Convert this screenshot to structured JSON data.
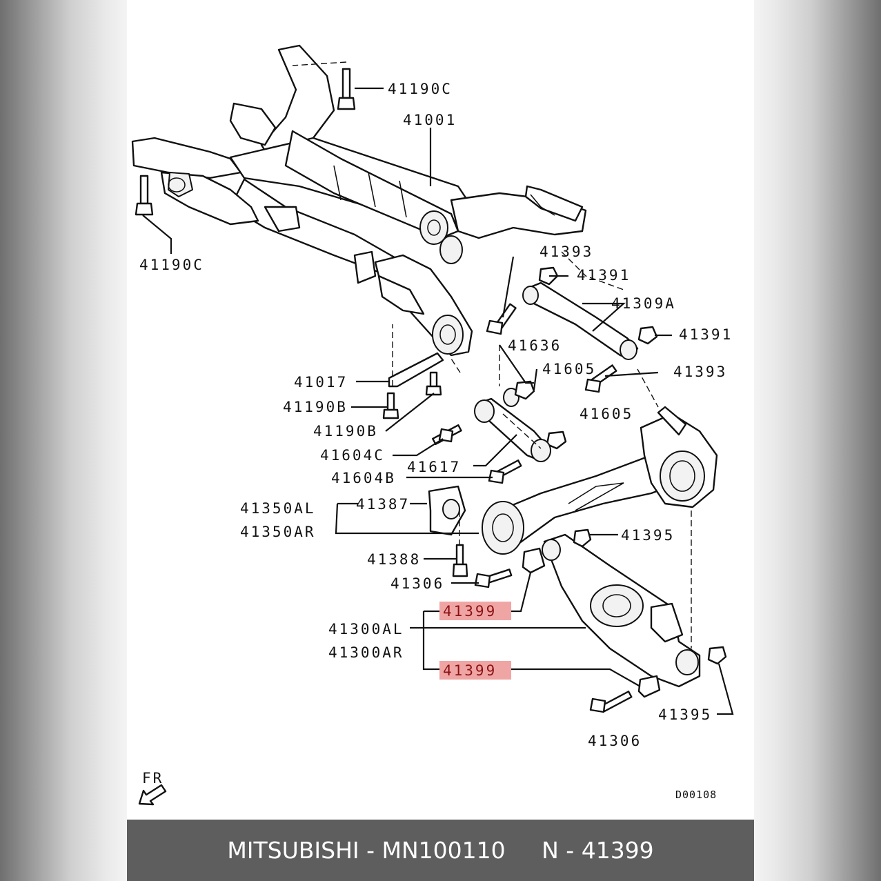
{
  "labels": {
    "l41190c_top": "41190C",
    "l41001": "41001",
    "l41190c_left": "41190C",
    "l41393_top": "41393",
    "l41391_top": "41391",
    "l41309a": "41309A",
    "l41391_right": "41391",
    "l41636": "41636",
    "l41605_a": "41605",
    "l41393_right": "41393",
    "l41017": "41017",
    "l41190b_a": "41190B",
    "l41605_b": "41605",
    "l41190b_b": "41190B",
    "l41604c": "41604C",
    "l41617": "41617",
    "l41604b": "41604B",
    "l41350al": "41350AL",
    "l41387": "41387",
    "l41350ar": "41350AR",
    "l41395_top": "41395",
    "l41388": "41388",
    "l41306_a": "41306",
    "l41399_top": "41399",
    "l41300al": "41300AL",
    "l41300ar": "41300AR",
    "l41399_bottom": "41399",
    "l41395_bottom": "41395",
    "l41306_b": "41306",
    "fr": "FR",
    "diagram_code": "D00108"
  },
  "highlight_color": "#f0a5a5",
  "caption": {
    "brand_part": "MITSUBISHI - MN100110",
    "ref": "N - 41399"
  },
  "icons": {
    "front_arrow": "front-direction-arrow-icon"
  }
}
